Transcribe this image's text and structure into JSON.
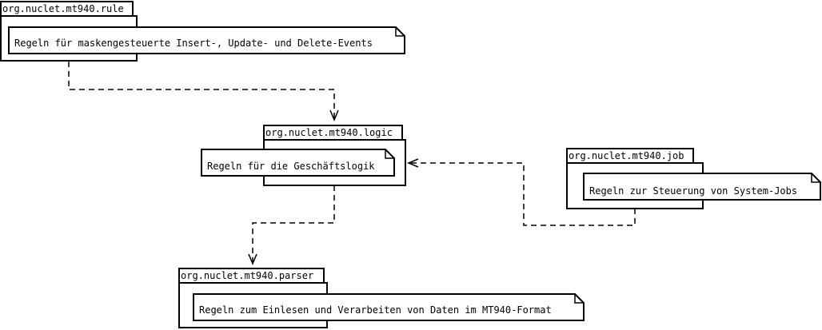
{
  "packages": {
    "rule": {
      "name": "org.nuclet.mt940.rule",
      "note": "Regeln für maskengesteuerte Insert-, Update- und Delete-Events"
    },
    "logic": {
      "name": "org.nuclet.mt940.logic",
      "note": "Regeln für die Geschäftslogik"
    },
    "job": {
      "name": "org.nuclet.mt940.job",
      "note": "Regeln zur Steuerung von System-Jobs"
    },
    "parser": {
      "name": "org.nuclet.mt940.parser",
      "note": "Regeln zum Einlesen und Verarbeiten von Daten im MT940-Format"
    }
  },
  "dependencies": [
    {
      "from": "org.nuclet.mt940.rule",
      "to": "org.nuclet.mt940.logic"
    },
    {
      "from": "org.nuclet.mt940.logic",
      "to": "org.nuclet.mt940.parser"
    },
    {
      "from": "org.nuclet.mt940.job",
      "to": "org.nuclet.mt940.logic"
    }
  ]
}
